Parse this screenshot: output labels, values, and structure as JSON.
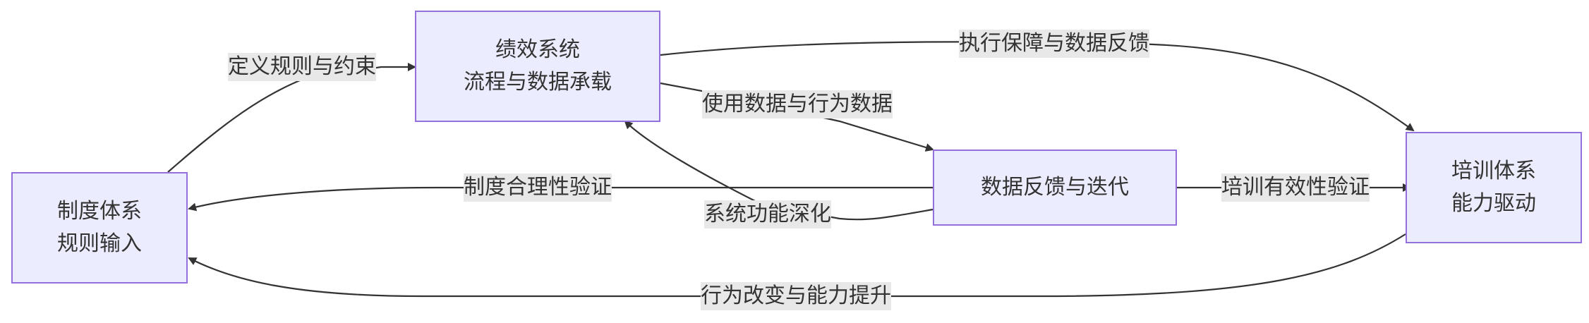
{
  "nodes": {
    "perf": {
      "line1": "绩效系统",
      "line2": "流程与数据承载"
    },
    "policy": {
      "line1": "制度体系",
      "line2": "规则输入"
    },
    "feedback": {
      "line1": "数据反馈与迭代"
    },
    "train": {
      "line1": "培训体系",
      "line2": "能力驱动"
    }
  },
  "edges": {
    "define_rules": "定义规则与约束",
    "exec_guarantee": "执行保障与数据反馈",
    "usage_data": "使用数据与行为数据",
    "policy_validate": "制度合理性验证",
    "deepen_features": "系统功能深化",
    "train_validate": "培训有效性验证",
    "behavior_change": "行为改变与能力提升"
  },
  "colors": {
    "node_fill": "#ECECFF",
    "node_border": "#9370DB",
    "edge": "#333333",
    "label_bg": "#E8E8E8"
  }
}
